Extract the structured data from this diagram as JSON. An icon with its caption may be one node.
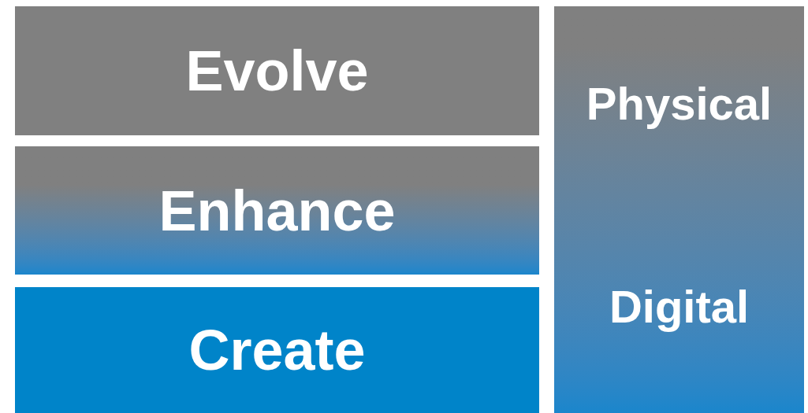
{
  "diagram": {
    "nodes": [
      {
        "text": [
          "Evolve"
        ]
      },
      {
        "text": [
          "Enhance"
        ]
      },
      {
        "text": [
          "Create"
        ]
      },
      {
        "text": [
          "Physical",
          "Digital"
        ]
      }
    ]
  }
}
